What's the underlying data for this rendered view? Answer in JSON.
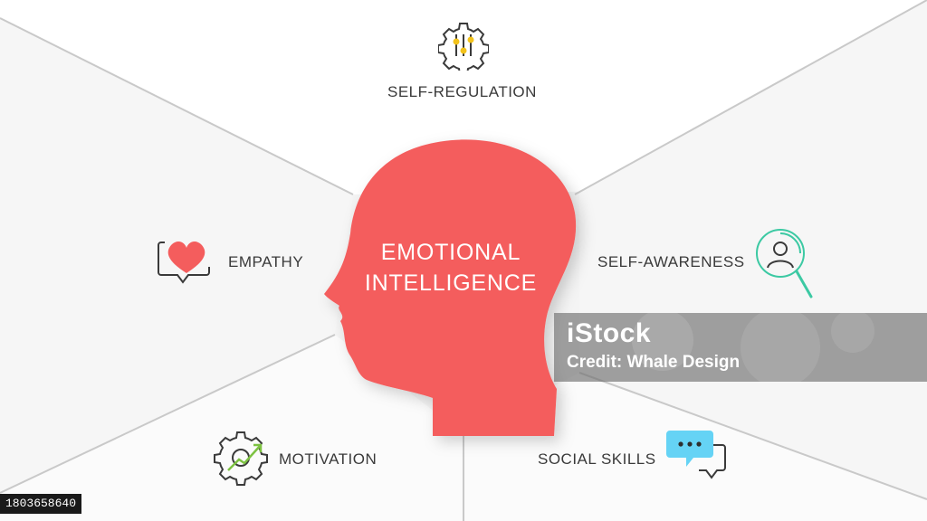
{
  "diagram": {
    "center_title_line1": "EMOTIONAL",
    "center_title_line2": "INTELLIGENCE",
    "nodes": [
      {
        "label": "SELF-REGULATION",
        "icon": "gear-sliders-icon"
      },
      {
        "label": "EMPATHY",
        "icon": "heart-speech-bubble-icon"
      },
      {
        "label": "SELF-AWARENESS",
        "icon": "person-magnifier-icon"
      },
      {
        "label": "MOTIVATION",
        "icon": "gear-growth-arrow-icon"
      },
      {
        "label": "SOCIAL SKILLS",
        "icon": "chat-bubbles-icon"
      }
    ]
  },
  "watermark": {
    "logo": "iStock",
    "credit": "Credit: Whale Design"
  },
  "image_id": "1803658640",
  "colors": {
    "head": "#f45d5d",
    "accent_yellow": "#f2c21b",
    "accent_green": "#3cc9a3",
    "accent_blue": "#65d3f5",
    "line": "#c9c9c9",
    "text": "#3a3a3a"
  }
}
